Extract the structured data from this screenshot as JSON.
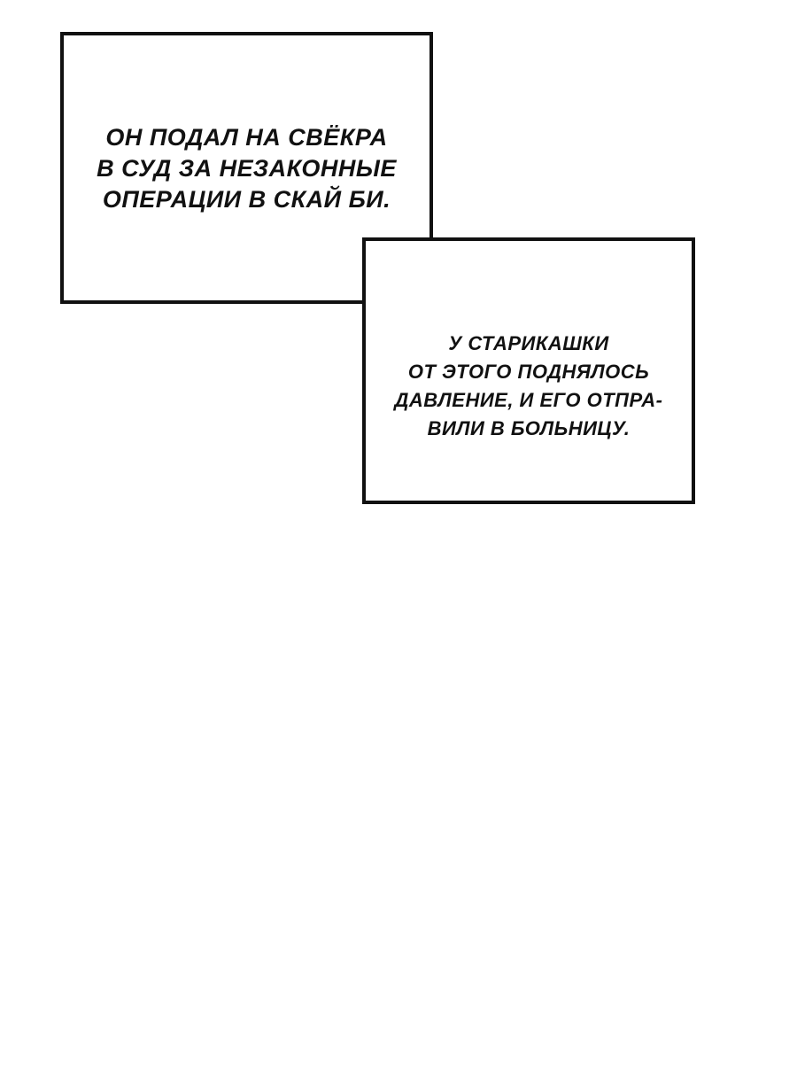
{
  "captions": [
    {
      "lines": [
        "ОН ПОДАЛ НА СВЁКРА",
        "В СУД ЗА НЕЗАКОННЫЕ",
        "ОПЕРАЦИИ В СКАЙ БИ."
      ]
    },
    {
      "lines": [
        "У СТАРИКАШКИ",
        "ОТ ЭТОГО ПОДНЯЛОСЬ",
        "ДАВЛЕНИЕ, И ЕГО ОТПРА-",
        "ВИЛИ В БОЛЬНИЦУ."
      ]
    }
  ],
  "colors": {
    "background": "#ffffff",
    "ink": "#111111"
  }
}
